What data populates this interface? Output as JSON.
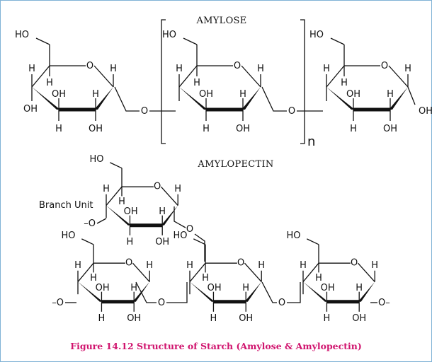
{
  "colors": {
    "caption": "#d0146e",
    "border": "#7fb2d6",
    "ink": "#111111"
  },
  "titles": {
    "amylose": "AMYLOSE",
    "amylopectin": "AMYLOPECTIN"
  },
  "caption": "Figure 14.12 Structure of Starch (Amylose & Amylopectin)",
  "labels": {
    "ho": "HO",
    "oh": "OH",
    "h": "H",
    "o": "O",
    "repeat": "n",
    "branch": "Branch Unit",
    "end_o": "–O",
    "end_o_right": "O–"
  }
}
